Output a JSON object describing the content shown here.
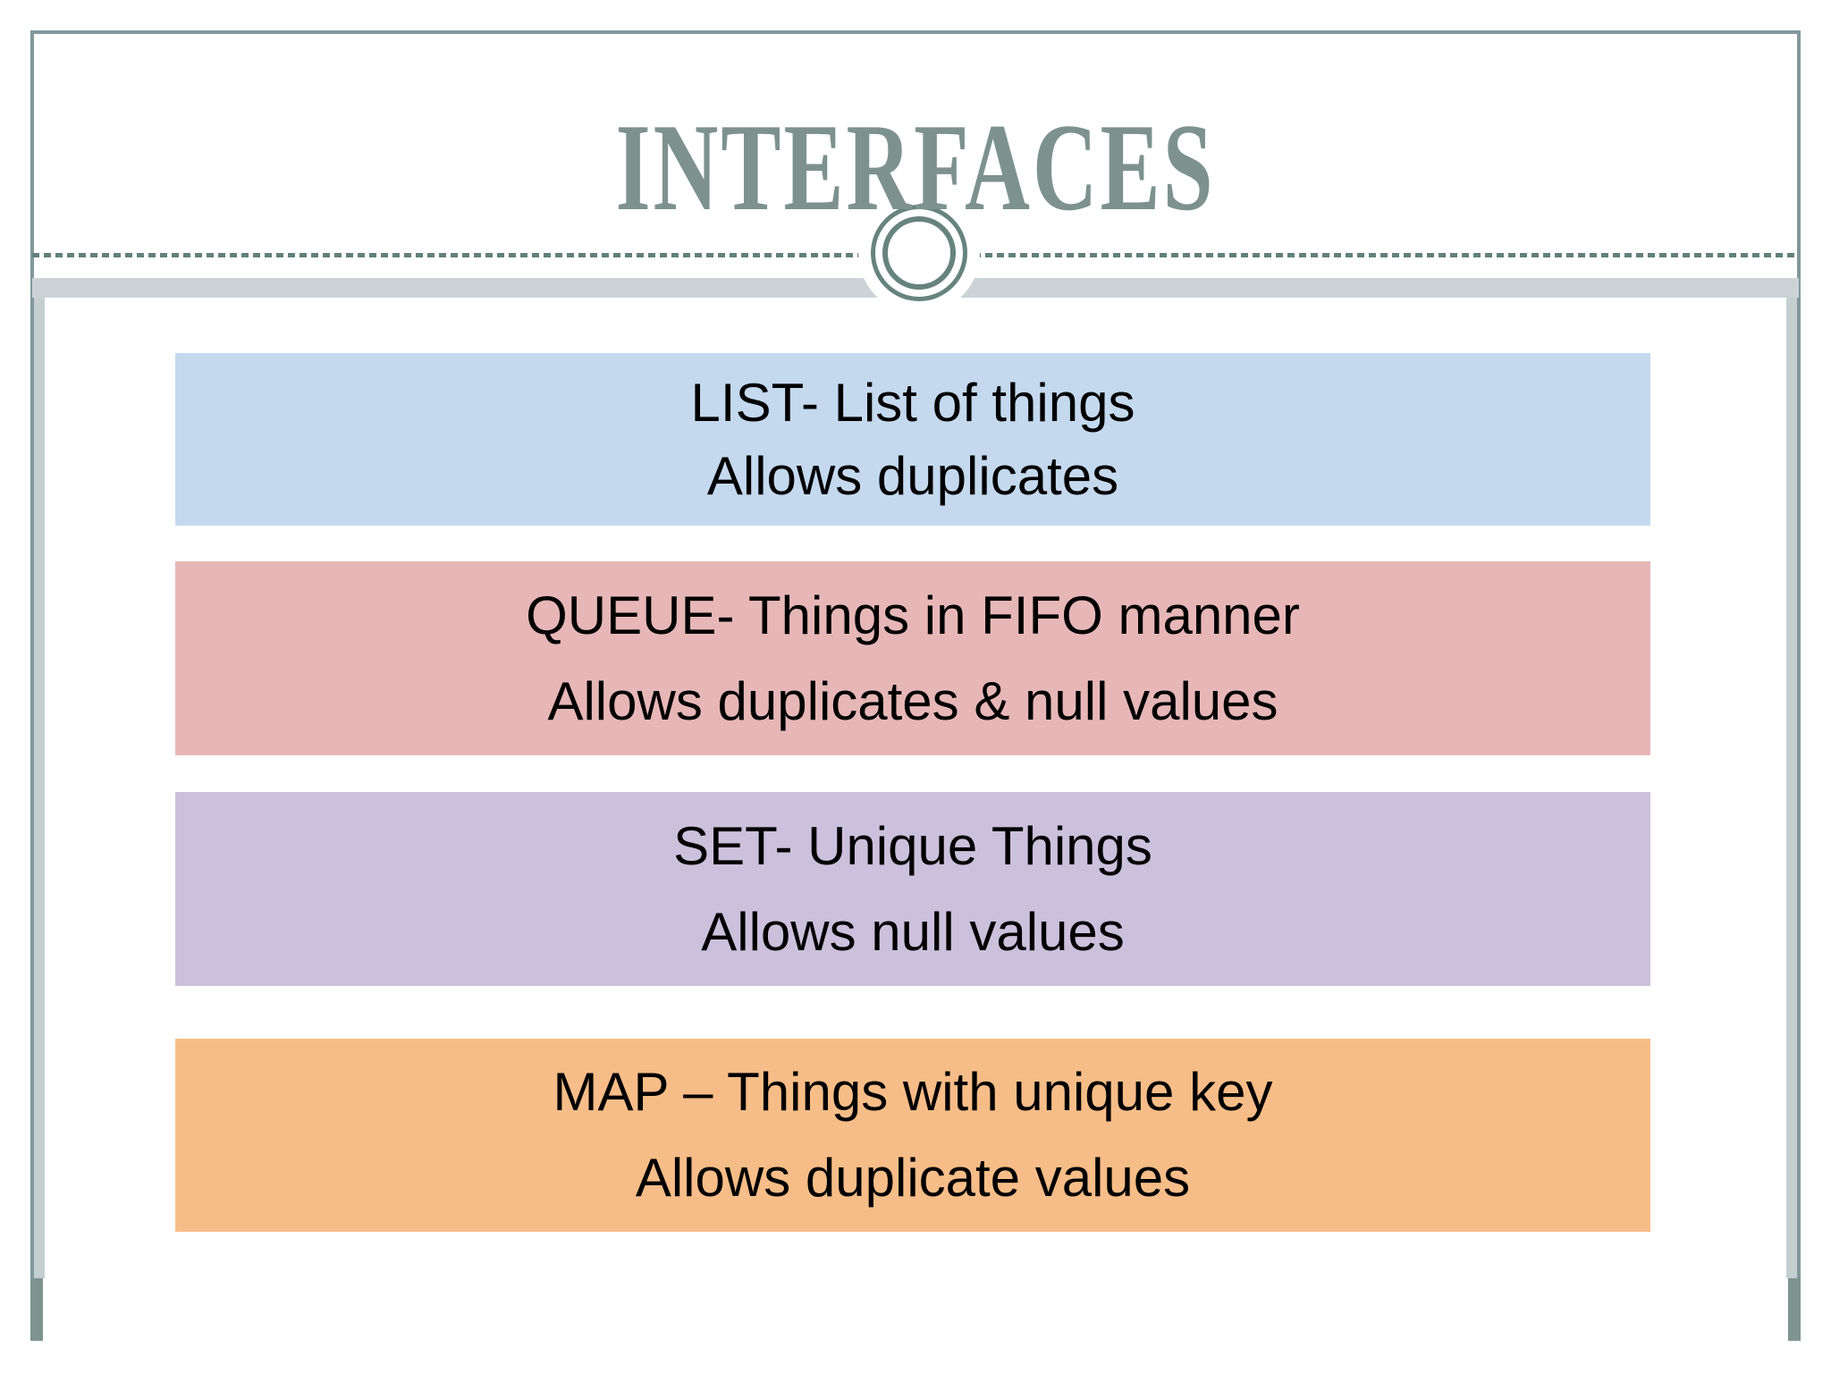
{
  "slide": {
    "title": "INTERFACES",
    "boxes": [
      {
        "id": "list",
        "line1": "LIST- List of things",
        "line2": "Allows duplicates"
      },
      {
        "id": "queue",
        "line1": "QUEUE- Things in FIFO manner",
        "line2": "Allows duplicates & null values"
      },
      {
        "id": "set",
        "line1": "SET- Unique Things",
        "line2": "Allows null values"
      },
      {
        "id": "map",
        "line1": "MAP – Things with unique key",
        "line2": "Allows duplicate values"
      }
    ],
    "colors": {
      "background": "#ffffff",
      "title": "#7d928e",
      "frame": "#82989b",
      "frame-light": "#c5cfd2",
      "frame-foot": "#7e948f",
      "dash": "#62807b",
      "band": "#cbd3d7",
      "ring": "#67837e",
      "text": "#000000",
      "box-list": "#c4d9ee",
      "box-queue": "#e7b7b7",
      "box-set": "#cbc1dc",
      "box-map": "#f7bd88"
    }
  }
}
